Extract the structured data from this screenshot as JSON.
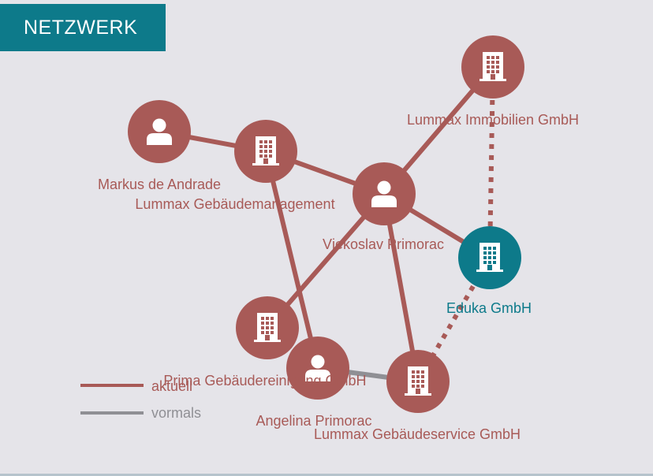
{
  "header": {
    "title": "NETZWERK"
  },
  "colors": {
    "accent": "#0d7a8a",
    "node": "#a85a57",
    "former": "#8f8f94",
    "background": "#e5e4e9"
  },
  "nodes": [
    {
      "id": "lummax-immobilien",
      "type": "company",
      "label": "Lummax Immobilien GmbH",
      "highlight": false
    },
    {
      "id": "markus",
      "type": "person",
      "label": "Markus de Andrade",
      "highlight": false
    },
    {
      "id": "lummax-gebaeudemanagement",
      "type": "company",
      "label": "Lummax Gebäudemanagement",
      "highlight": false
    },
    {
      "id": "vjekoslav",
      "type": "person",
      "label": "Vjekoslav Primorac",
      "highlight": false
    },
    {
      "id": "eduka",
      "type": "company",
      "label": "Eduka GmbH",
      "highlight": true
    },
    {
      "id": "prima",
      "type": "company",
      "label": "Prima Gebäudereinigung GmbH",
      "highlight": false
    },
    {
      "id": "angelina",
      "type": "person",
      "label": "Angelina Primorac",
      "highlight": false
    },
    {
      "id": "lummax-gebaeudeservice",
      "type": "company",
      "label": "Lummax Gebäudeservice GmbH",
      "highlight": false
    }
  ],
  "edges": [
    {
      "from": "markus",
      "to": "lummax-gebaeudemanagement",
      "status": "aktuell"
    },
    {
      "from": "lummax-gebaeudemanagement",
      "to": "vjekoslav",
      "status": "aktuell"
    },
    {
      "from": "vjekoslav",
      "to": "lummax-immobilien",
      "status": "aktuell"
    },
    {
      "from": "vjekoslav",
      "to": "eduka",
      "status": "aktuell"
    },
    {
      "from": "vjekoslav",
      "to": "prima",
      "status": "aktuell"
    },
    {
      "from": "vjekoslav",
      "to": "lummax-gebaeudeservice",
      "status": "aktuell"
    },
    {
      "from": "lummax-gebaeudemanagement",
      "to": "angelina",
      "status": "aktuell"
    },
    {
      "from": "angelina",
      "to": "lummax-gebaeudeservice",
      "status": "vormals"
    },
    {
      "from": "lummax-immobilien",
      "to": "eduka",
      "status": "indirekt"
    },
    {
      "from": "eduka",
      "to": "lummax-gebaeudeservice",
      "status": "indirekt"
    }
  ],
  "legend": [
    {
      "label": "aktuell",
      "color": "#a85a57"
    },
    {
      "label": "vormals",
      "color": "#8f8f94"
    }
  ]
}
